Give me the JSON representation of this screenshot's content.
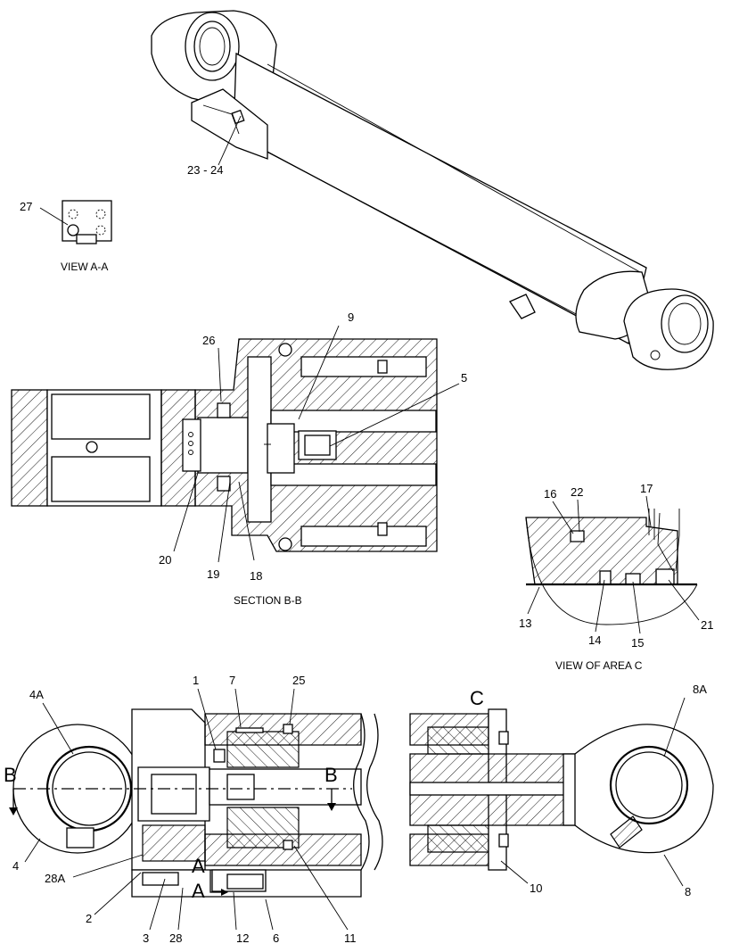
{
  "labels": {
    "l23_24": "23 - 24",
    "l27": "27",
    "l26": "26",
    "l9": "9",
    "l5": "5",
    "l20": "20",
    "l19": "19",
    "l18": "18",
    "l16": "16",
    "l22": "22",
    "l17": "17",
    "l13": "13",
    "l14": "14",
    "l15": "15",
    "l21": "21",
    "l4A": "4A",
    "l1": "1",
    "l7": "7",
    "l25": "25",
    "lC": "C",
    "l8A": "8A",
    "lB_left": "B",
    "lB_right": "B",
    "l4": "4",
    "l28A": "28A",
    "l2": "2",
    "l3": "3",
    "l28": "28",
    "lA_top": "A",
    "lA_bottom": "A",
    "l12": "12",
    "l6": "6",
    "l11": "11",
    "l10": "10",
    "l8": "8"
  },
  "captions": {
    "view_a_a": "VIEW A-A",
    "section_b_b": "SECTION B-B",
    "view_area_c": "VIEW OF AREA C"
  }
}
